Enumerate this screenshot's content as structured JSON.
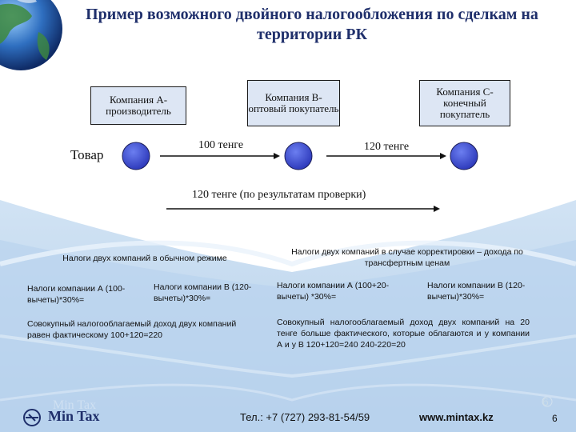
{
  "title": "Пример возможного двойного налогообложения по сделкам на территории РК",
  "companies": {
    "a": "Компания А-производитель",
    "b": "Компания В-оптовый покупатель",
    "c": "Компания С-конечный покупатель"
  },
  "flow": {
    "goods": "Товар",
    "price_ab": "100 тенге",
    "price_bc": "120 тенге",
    "audit_label": "120 тенге (по результатам проверки)"
  },
  "normal": {
    "heading": "Налоги двух компаний в обычном режиме",
    "tax_a": "Налоги компании А (100-вычеты)*30%=",
    "tax_b": "Налоги компании В (120-вычеты)*30%=",
    "total": "Совокупный налогооблагаемый доход двух компаний равен фактическому 100+120=220"
  },
  "adjusted": {
    "heading": "Налоги двух компаний в случае корректировки – дохода по трансфертным ценам",
    "tax_a": "Налоги компании А (100+20-вычеты) *30%=",
    "tax_b": "Налоги компании В (120-вычеты)*30%=",
    "total": "Совокупный налогооблагаемый доход двух компаний на 20 тенге больше фактического, которые облагаются и у компании А и у В 120+120=240 240-220=20"
  },
  "footer": {
    "logo": "Min Tax",
    "logo_ghost": "Min Tax",
    "phone": "Тел.: +7 (727) 293-81-54/59",
    "site": "www.mintax.kz",
    "ghost_number": "6",
    "slide_number": "6"
  },
  "colors": {
    "title": "#1f2f6b",
    "node_fill": "#3d4fd0",
    "box_fill": "#dde6f4",
    "background_wave": "#b7d2ec"
  }
}
